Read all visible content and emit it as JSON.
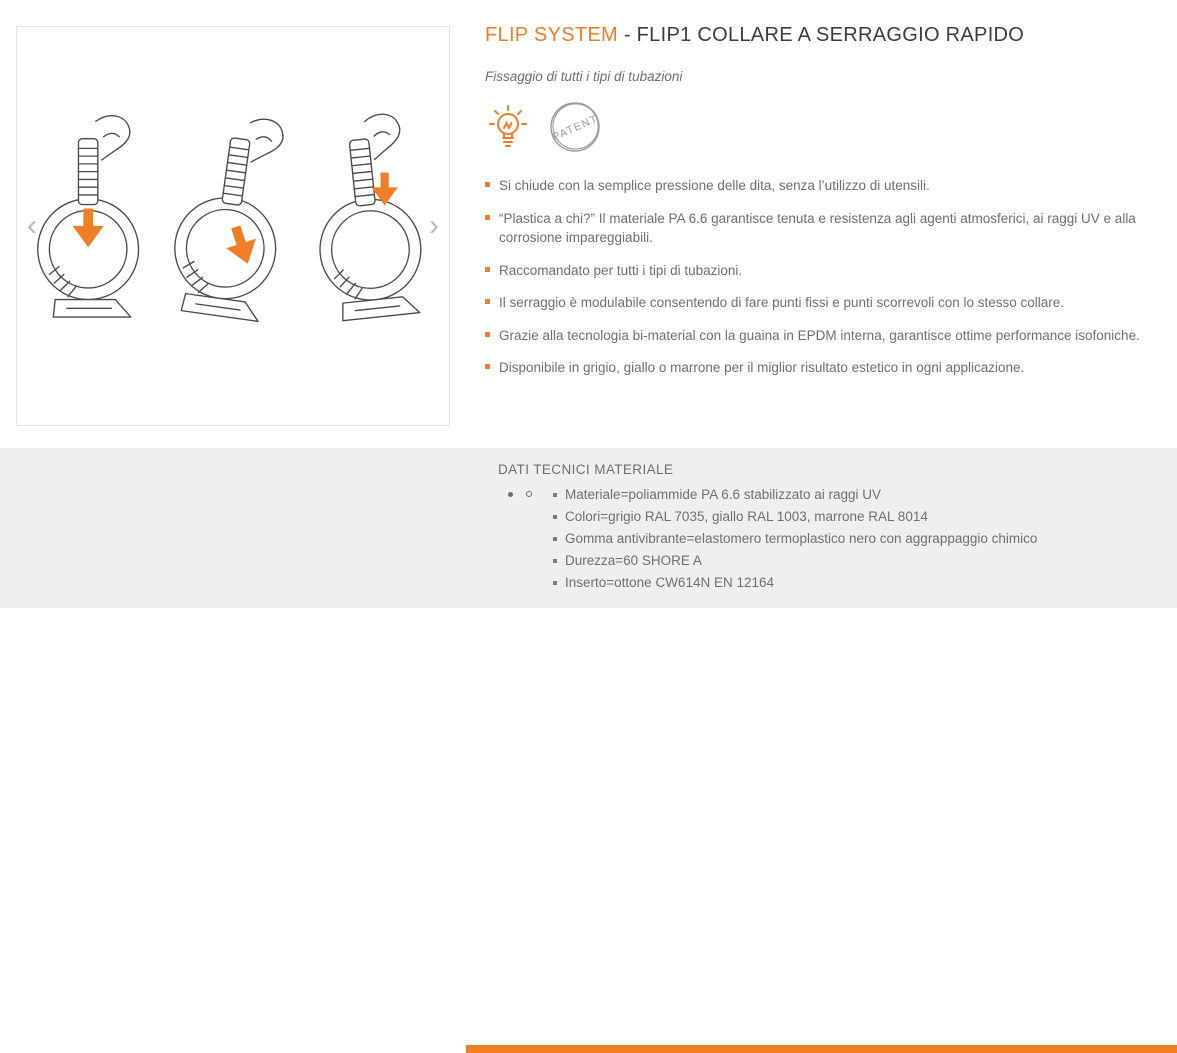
{
  "colors": {
    "accent": "#F07E26",
    "section_bg": "#EFEFF0",
    "body_text": "#6F6F6F",
    "title_text": "#3C3C3B"
  },
  "carousel": {
    "prev_label": "‹",
    "next_label": "›"
  },
  "header": {
    "title_highlight": "FLIP SYSTEM",
    "title_rest": "- FLIP1 COLLARE A SERRAGGIO RAPIDO",
    "subtitle": "Fissaggio di tutti i tipi di tubazioni"
  },
  "icons": {
    "idea": "lightbulb-icon",
    "patent_label": "PATENT"
  },
  "features": [
    "Si chiude con la semplice pressione delle dita, senza l’utilizzo di utensili.",
    "“Plastica a chi?” Il materiale PA 6.6 garantisce tenuta e resistenza agli agenti atmosferici, ai raggi UV e alla corrosione impareggiabili.",
    "Raccomandato per tutti i tipi di tubazioni.",
    "Il serraggio è modulabile consentendo di fare punti fissi e punti scorrevoli con lo stesso collare.",
    "Grazie alla tecnologia bi-material con la guaina in EPDM interna, garantisce ottime performance isofoniche.",
    "Disponibile in grigio, giallo o marrone per il miglior risultato estetico in ogni applicazione."
  ],
  "tech": {
    "heading": "DATI TECNICI MATERIALE",
    "items": [
      "Materiale=poliammide PA 6.6 stabilizzato ai raggi UV",
      "Colori=grigio RAL 7035, giallo RAL 1003, marrone RAL 8014",
      "Gomma antivibrante=elastomero termoplastico nero con aggrappaggio chimico",
      "Durezza=60 SHORE A",
      "Inserto=ottone CW614N EN 12164"
    ]
  }
}
